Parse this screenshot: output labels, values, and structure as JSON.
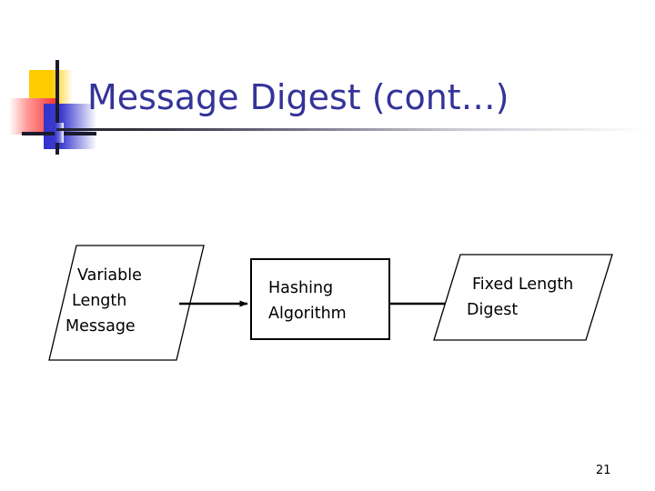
{
  "slide": {
    "title": "Message Digest (cont…)",
    "page_number": "21",
    "background_color": "#ffffff",
    "title_color": "#333399"
  },
  "logo": {
    "name": "powerpoint-design-accent",
    "yellow": "#ffcc00",
    "red": "#f93434",
    "blue": "#3333cc",
    "crosshair": "#1b1b2b"
  },
  "diagram": {
    "type": "flow",
    "nodes": [
      {
        "id": "input",
        "shape": "parallelogram",
        "lines": [
          "Variable",
          "Length",
          "Message"
        ]
      },
      {
        "id": "process",
        "shape": "rectangle",
        "lines": [
          "Hashing",
          "Algorithm"
        ]
      },
      {
        "id": "output",
        "shape": "parallelogram",
        "lines": [
          "Fixed Length",
          "Digest"
        ]
      }
    ],
    "connectors": [
      {
        "id": "input-to-process",
        "from": "input",
        "to": "process",
        "arrow": "right"
      },
      {
        "id": "process-to-output",
        "from": "process",
        "to": "output",
        "arrow": "right"
      }
    ]
  }
}
